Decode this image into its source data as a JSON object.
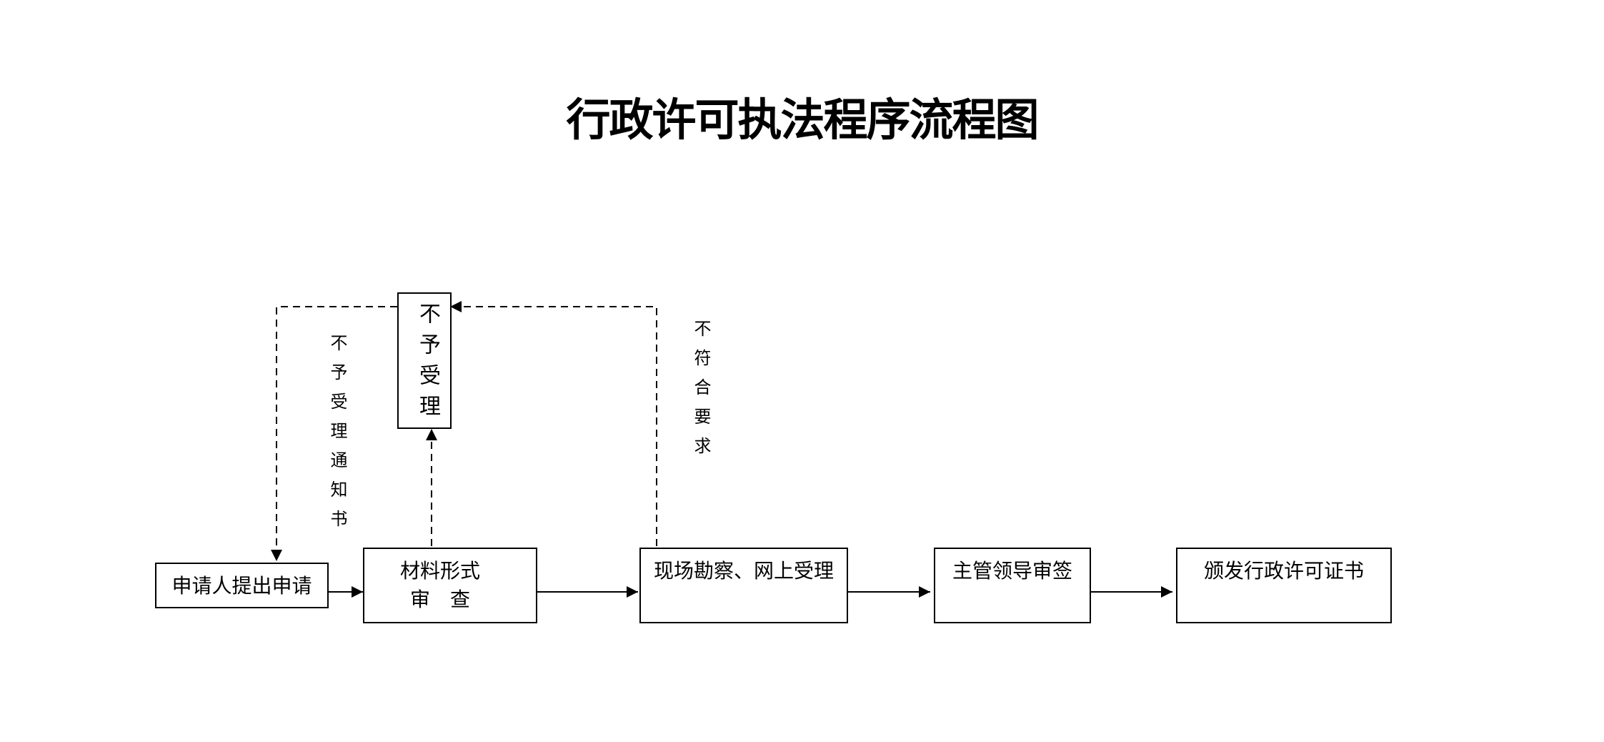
{
  "title": "行政许可执法程序流程图",
  "nodes": {
    "apply": "申请人提出申请",
    "review_line1": "材料形式",
    "review_line2": "审　查",
    "site": "现场勘察、网上受理",
    "leader": "主管领导审签",
    "issue": "颁发行政许可证书",
    "reject": "不予受理"
  },
  "edge_labels": {
    "reject_notice": "不予受理通知书",
    "not_meet": "不符合要求"
  }
}
